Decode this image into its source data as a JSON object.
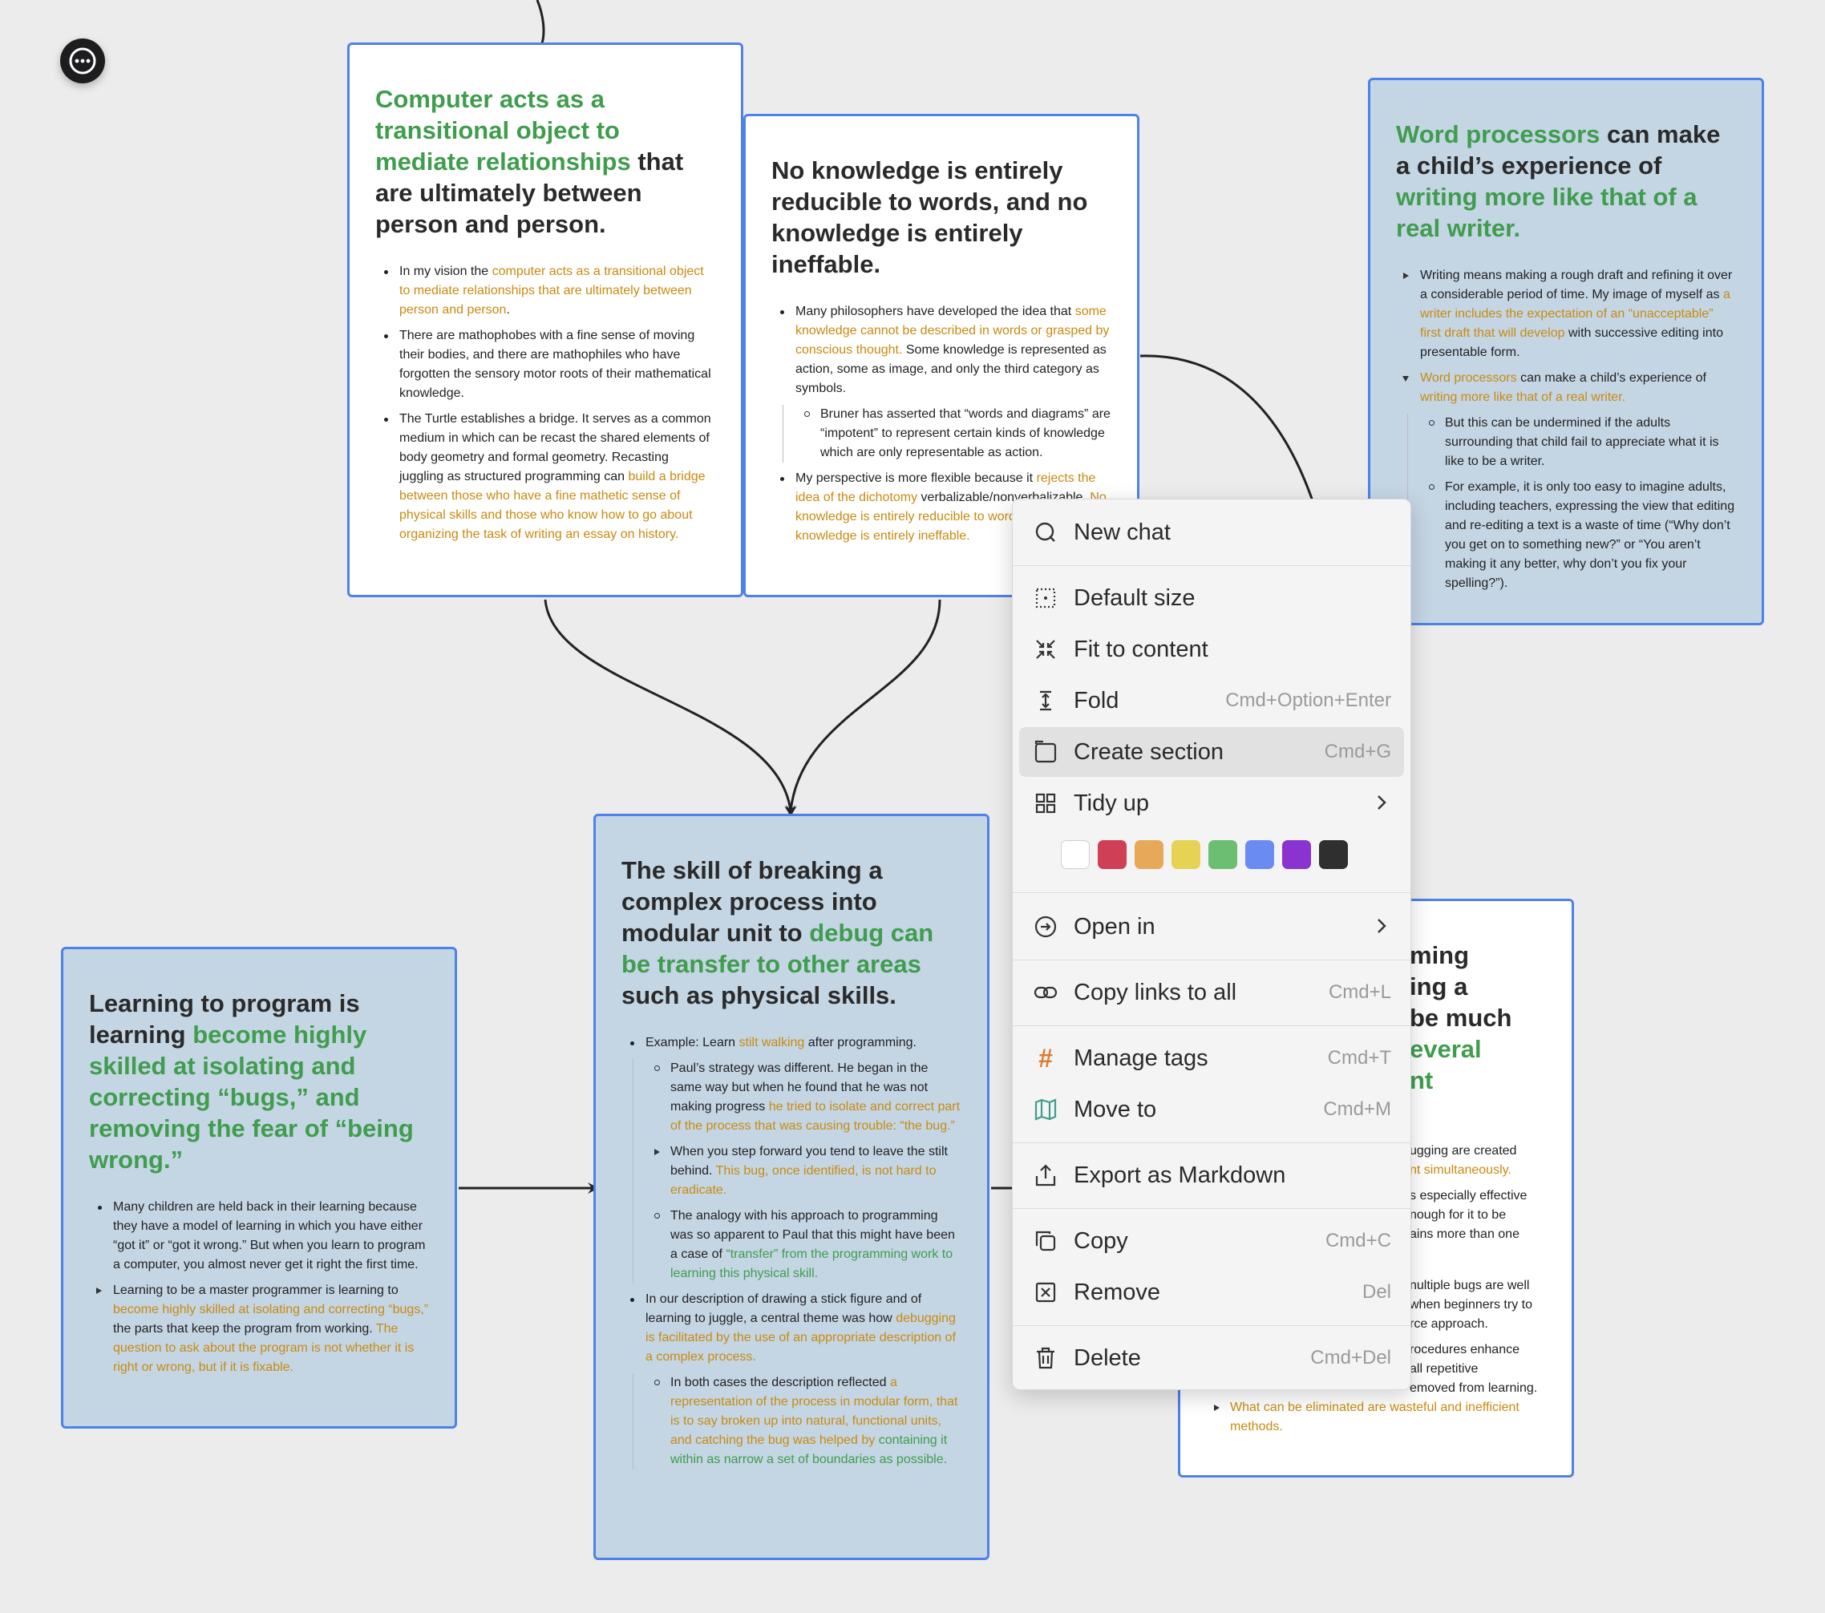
{
  "cards": [
    {
      "id": "transitional",
      "title": [
        {
          "t": "Computer acts as a transitional object to mediate relationships",
          "c": "g"
        },
        {
          "t": " that are ultimately between person and person.",
          "c": ""
        }
      ],
      "items": [
        {
          "kind": "dot",
          "parts": [
            {
              "t": "In my vision the ",
              "c": ""
            },
            {
              "t": "computer acts as a transitional object to mediate relationships that are ultimately between person and person",
              "c": "o"
            },
            {
              "t": ".",
              "c": ""
            }
          ]
        },
        {
          "kind": "dot",
          "parts": [
            {
              "t": "There are mathophobes with a fine sense of moving their bodies, and there are mathophiles who have forgotten the sensory motor roots of their mathematical knowledge.",
              "c": ""
            }
          ]
        },
        {
          "kind": "dot",
          "parts": [
            {
              "t": "The Turtle establishes a bridge. It serves as a common medium in which can be recast the shared elements of body geometry and formal geometry. Recasting juggling as structured programming can ",
              "c": ""
            },
            {
              "t": "build a bridge between those who have a fine mathetic sense of physical skills and those who know how to go about organizing the task of writing an essay on history.",
              "c": "o"
            }
          ]
        }
      ]
    },
    {
      "id": "knowledge",
      "title": [
        {
          "t": "No knowledge is entirely reducible to words, and no knowledge is entirely ineffable.",
          "c": ""
        }
      ],
      "items": [
        {
          "kind": "dot",
          "parts": [
            {
              "t": "Many philosophers have developed the idea that ",
              "c": ""
            },
            {
              "t": "some knowledge cannot be described in words or grasped by conscious thought.",
              "c": "o"
            },
            {
              "t": " Some knowledge is represented as action, some as image, and only the third category as symbols.",
              "c": ""
            }
          ],
          "sub": [
            {
              "kind": "circle",
              "parts": [
                {
                  "t": "Bruner has asserted that “words and diagrams” are “impotent” to represent certain kinds of knowledge which are only representable as action.",
                  "c": ""
                }
              ]
            }
          ]
        },
        {
          "kind": "dot",
          "parts": [
            {
              "t": "My perspective is more flexible because it ",
              "c": ""
            },
            {
              "t": "rejects the idea of the dichotomy",
              "c": "o"
            },
            {
              "t": " verbalizable/nonverbalizable. ",
              "c": ""
            },
            {
              "t": "No knowledge is entirely reducible to words, and no knowledge is entirely ineffable.",
              "c": "o"
            }
          ]
        }
      ]
    },
    {
      "id": "word-processors",
      "title": [
        {
          "t": "Word processors",
          "c": "g"
        },
        {
          "t": " can make a child’s experience of ",
          "c": ""
        },
        {
          "t": "writing more like that of a real writer.",
          "c": "g"
        }
      ],
      "items": [
        {
          "kind": "tri",
          "parts": [
            {
              "t": "Writing means making a rough draft and refining it over a considerable period of time. My image of myself as ",
              "c": ""
            },
            {
              "t": "a writer includes the expectation of an “unacceptable” first draft that will develop",
              "c": "o"
            },
            {
              "t": " with successive editing into presentable form.",
              "c": ""
            }
          ]
        },
        {
          "kind": "tridown",
          "parts": [
            {
              "t": "Word processors",
              "c": "o"
            },
            {
              "t": " can make a child’s experience of ",
              "c": ""
            },
            {
              "t": "writing more like that of a real writer.",
              "c": "o"
            }
          ],
          "sub": [
            {
              "kind": "dot",
              "parts": [
                {
                  "t": "But this can be undermined if the adults surrounding that child fail to appreciate what it is like to be a writer.",
                  "c": ""
                }
              ]
            },
            {
              "kind": "dot",
              "parts": [
                {
                  "t": "For example, it is only too easy to imagine adults, including teachers, expressing the view that editing and re-editing a text is a waste of time (“Why don’t you get on to something new?” or “You aren’t making it any better, why don’t you fix your spelling?”).",
                  "c": ""
                }
              ]
            }
          ]
        }
      ]
    },
    {
      "id": "learning-program",
      "title": [
        {
          "t": "Learning to program is learning ",
          "c": ""
        },
        {
          "t": "become highly skilled at isolating and correcting “bugs,” and removing the fear of “being wrong.”",
          "c": "g"
        }
      ],
      "items": [
        {
          "kind": "dot",
          "parts": [
            {
              "t": "Many children are held back in their learning because they have a model of learning in which you have either “got it” or “got it wrong.” But when you learn to program a computer, you almost never get it right the first time.",
              "c": ""
            }
          ]
        },
        {
          "kind": "tri",
          "parts": [
            {
              "t": "Learning to be a master programmer is learning to ",
              "c": ""
            },
            {
              "t": "become highly skilled at isolating and correcting “bugs,”",
              "c": "o"
            },
            {
              "t": " the parts that keep the program from working. ",
              "c": ""
            },
            {
              "t": "The question to ask about the program is not whether it is right or wrong, but if it is fixable.",
              "c": "o"
            }
          ]
        }
      ]
    },
    {
      "id": "skill-breaking",
      "title": [
        {
          "t": "The skill of breaking a complex process into modular unit to ",
          "c": ""
        },
        {
          "t": "debug can be transfer to other areas",
          "c": "g"
        },
        {
          "t": " such as physical skills.",
          "c": ""
        }
      ],
      "items": [
        {
          "kind": "dot",
          "parts": [
            {
              "t": "Example: Learn ",
              "c": ""
            },
            {
              "t": "stilt walking",
              "c": "o"
            },
            {
              "t": " after programming.",
              "c": ""
            }
          ],
          "sub": [
            {
              "kind": "circle",
              "parts": [
                {
                  "t": "Paul’s strategy was different. He began in the same way but when he found that he was not making progress ",
                  "c": ""
                },
                {
                  "t": "he tried to isolate and correct part of the process that was causing trouble: “the bug.”",
                  "c": "o"
                }
              ]
            },
            {
              "kind": "tri",
              "parts": [
                {
                  "t": "When you step forward you tend to leave the stilt behind. ",
                  "c": ""
                },
                {
                  "t": "This bug, once identified, is not hard to eradicate.",
                  "c": "o"
                }
              ]
            },
            {
              "kind": "circle",
              "parts": [
                {
                  "t": "The analogy with his approach to programming was so apparent to Paul that this might have been a case of ",
                  "c": ""
                },
                {
                  "t": "“transfer” from the programming work to learning this physical skill.",
                  "c": "gt"
                }
              ]
            }
          ]
        },
        {
          "kind": "dot",
          "parts": [
            {
              "t": "In our description of drawing a stick figure and of learning to juggle, a central theme was how ",
              "c": ""
            },
            {
              "t": "debugging is facilitated by the use of an appropriate description of a complex process.",
              "c": "o"
            }
          ],
          "sub": [
            {
              "kind": "circle",
              "parts": [
                {
                  "t": "In both cases the description reflected ",
                  "c": ""
                },
                {
                  "t": "a representation of the process in modular form, that is to say broken up into natural, functional units, and catching the bug was helped by ",
                  "c": "o"
                },
                {
                  "t": "containing it within as narrow a set of boundaries as possible.",
                  "c": "gt"
                }
              ]
            }
          ]
        }
      ]
    },
    {
      "id": "partial-card",
      "title": [
        {
          "t": "ming",
          "c": ""
        },
        {
          "t": "ing a",
          "c": ""
        },
        {
          "t": "be much",
          "c": ""
        },
        {
          "t": "everal",
          "c": "g"
        },
        {
          "t": "nt",
          "c": "g"
        }
      ],
      "lines": [
        {
          "t": "ugging are created",
          "c": ""
        },
        {
          "t": "nt simultaneously.",
          "c": "o"
        },
        {
          "t": "s especially effective",
          "c": ""
        },
        {
          "t": "nough for it to be",
          "c": ""
        },
        {
          "t": "ains more than one",
          "c": ""
        },
        {
          "t": "nultiple bugs are well",
          "c": ""
        },
        {
          "t": "when beginners try to",
          "c": ""
        },
        {
          "t": "rce approach.",
          "c": ""
        },
        {
          "t": "rocedures enhance",
          "c": ""
        },
        {
          "t": "all repetitive",
          "c": ""
        },
        {
          "t": "emoved from learning.",
          "c": ""
        }
      ],
      "last_item": "What can be eliminated are wasteful and inefficient methods."
    }
  ],
  "context_menu": {
    "items": [
      {
        "name": "menu-new-chat",
        "label": "New chat",
        "shortcut": "",
        "icon": "chat-icon"
      },
      {
        "name": "menu-default-size",
        "label": "Default size",
        "shortcut": "",
        "icon": "default-size-icon"
      },
      {
        "name": "menu-fit-to-content",
        "label": "Fit to content",
        "shortcut": "",
        "icon": "fit-content-icon"
      },
      {
        "name": "menu-fold",
        "label": "Fold",
        "shortcut": "Cmd+Option+Enter",
        "icon": "fold-icon"
      },
      {
        "name": "menu-create-section",
        "label": "Create section",
        "shortcut": "Cmd+G",
        "icon": "section-icon"
      },
      {
        "name": "menu-tidy-up",
        "label": "Tidy up",
        "shortcut": "",
        "icon": "grid-icon"
      },
      {
        "name": "menu-open-in",
        "label": "Open in",
        "shortcut": "",
        "icon": "open-in-icon"
      },
      {
        "name": "menu-copy-links",
        "label": "Copy links to all",
        "shortcut": "Cmd+L",
        "icon": "link-icon"
      },
      {
        "name": "menu-manage-tags",
        "label": "Manage tags",
        "shortcut": "Cmd+T",
        "icon": "hash-icon"
      },
      {
        "name": "menu-move-to",
        "label": "Move to",
        "shortcut": "Cmd+M",
        "icon": "map-icon"
      },
      {
        "name": "menu-export-markdown",
        "label": "Export as Markdown",
        "shortcut": "",
        "icon": "export-icon"
      },
      {
        "name": "menu-copy",
        "label": "Copy",
        "shortcut": "Cmd+C",
        "icon": "copy-icon"
      },
      {
        "name": "menu-remove",
        "label": "Remove",
        "shortcut": "Del",
        "icon": "remove-icon"
      },
      {
        "name": "menu-delete",
        "label": "Delete",
        "shortcut": "Cmd+Del",
        "icon": "trash-icon"
      }
    ],
    "swatches": [
      "#ffffff",
      "#cf3f56",
      "#e8a85a",
      "#e6d254",
      "#6cbf72",
      "#6a8cf2",
      "#8a33d1",
      "#2f2f2f"
    ],
    "highlighted": "Create section"
  },
  "colors": {
    "accent_border": "#4d82e8",
    "green_text": "#3f9d4d",
    "orange_text": "#c98a0f",
    "blue_card": "#c4d5e4"
  }
}
